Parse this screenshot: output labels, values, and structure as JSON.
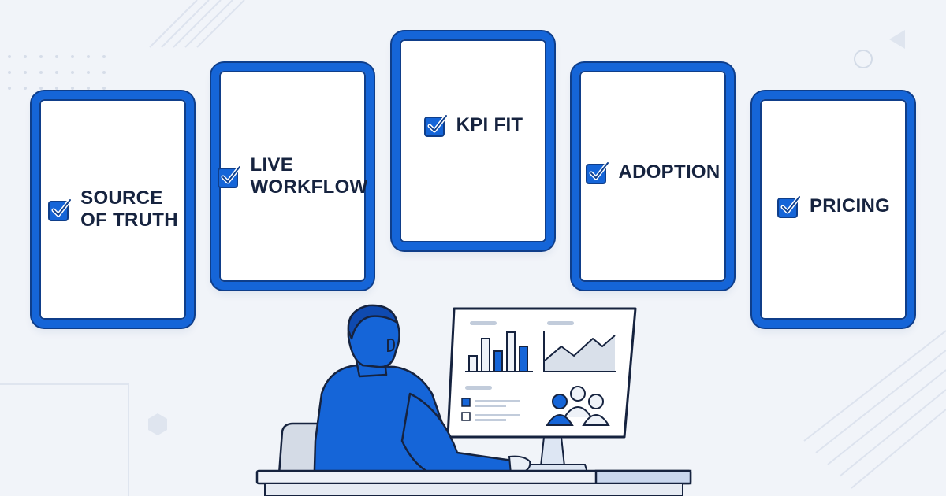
{
  "cards": [
    {
      "label": "SOURCE\nOF TRUTH"
    },
    {
      "label": "LIVE\nWORKFLOW"
    },
    {
      "label": "KPI FIT"
    },
    {
      "label": "ADOPTION"
    },
    {
      "label": "PRICING"
    }
  ],
  "colors": {
    "accent": "#1565d8",
    "outline": "#0f3e8a",
    "background": "#f1f4f9",
    "text": "#16233f"
  },
  "icons": [
    "checkbox-check-icon",
    "bar-chart-icon",
    "area-chart-icon",
    "users-icon"
  ]
}
